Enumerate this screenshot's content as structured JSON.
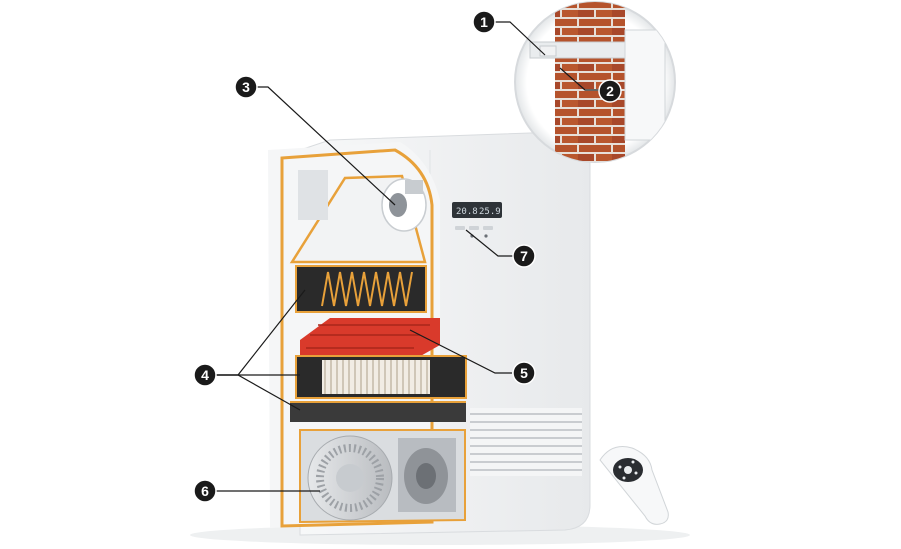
{
  "diagram": {
    "callouts": [
      {
        "id": "1",
        "label": "1"
      },
      {
        "id": "2",
        "label": "2"
      },
      {
        "id": "3",
        "label": "3"
      },
      {
        "id": "4",
        "label": "4"
      },
      {
        "id": "5",
        "label": "5"
      },
      {
        "id": "6",
        "label": "6"
      },
      {
        "id": "7",
        "label": "7"
      }
    ],
    "display": {
      "left_readout": "20.8",
      "right_readout": "25.9"
    },
    "colors": {
      "badge": "#1a1a1a",
      "frame_orange": "#e8a13a",
      "brick": "#b5532c",
      "filter_red": "#d93a2b",
      "housing": "#f2f3f4",
      "dark_panel": "#2a2a2a"
    }
  }
}
